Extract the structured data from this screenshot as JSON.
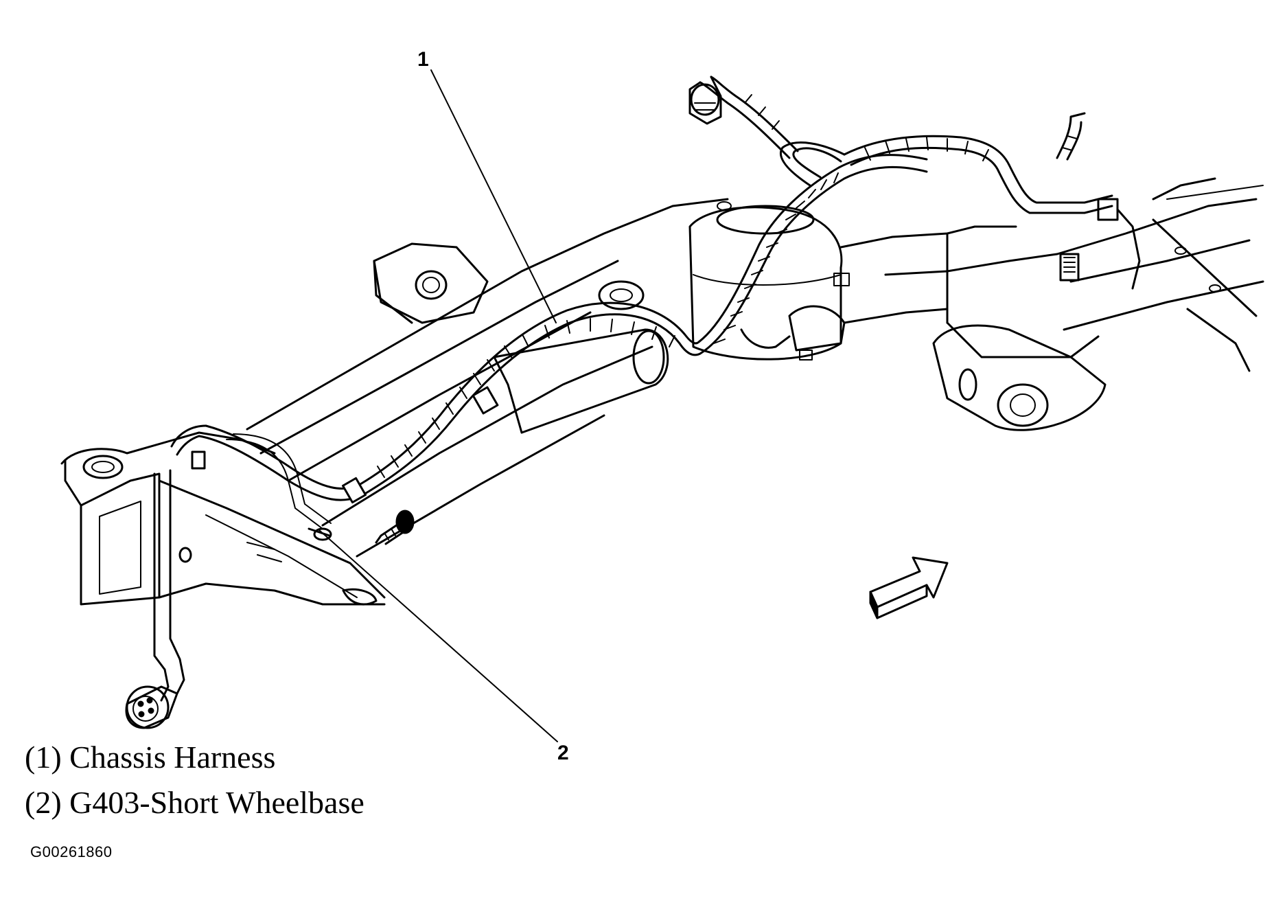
{
  "callouts": [
    {
      "number": "1"
    },
    {
      "number": "2"
    }
  ],
  "legend": [
    {
      "text": "(1) Chassis Harness"
    },
    {
      "text": "(2) G403-Short Wheelbase"
    }
  ],
  "figure_id": "G00261860"
}
